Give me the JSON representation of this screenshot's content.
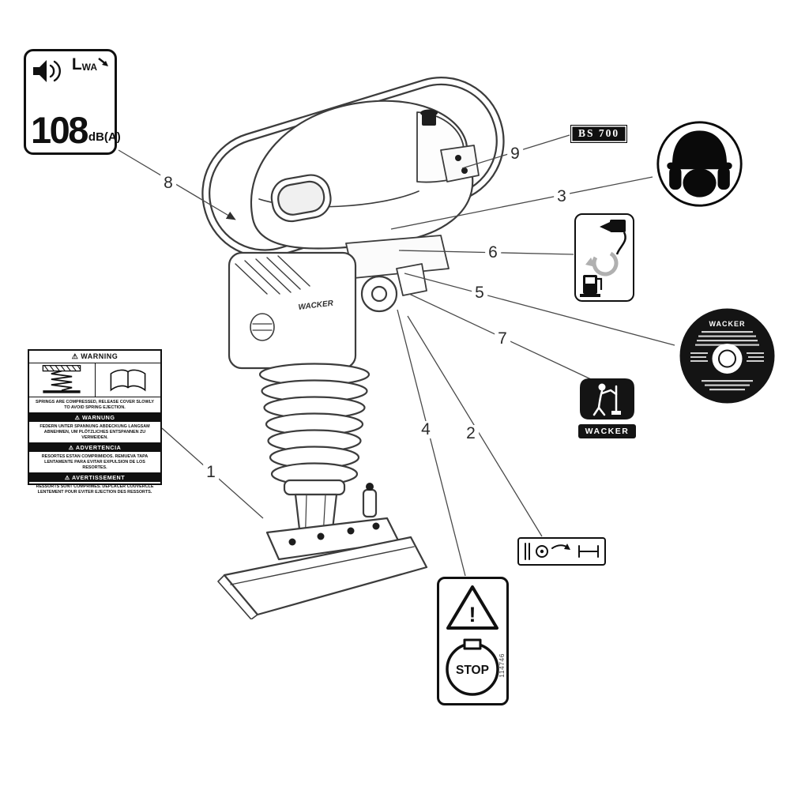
{
  "callouts": {
    "n1": "1",
    "n2": "2",
    "n3": "3",
    "n4": "4",
    "n5": "5",
    "n6": "6",
    "n7": "7",
    "n8": "8",
    "n9": "9"
  },
  "machine": {
    "brand": "WACKER"
  },
  "noise_label": {
    "lwa_main": "L",
    "lwa_sub": "WA",
    "value": "108",
    "unit": "dB(A)"
  },
  "model_plate": {
    "text": "BS 700"
  },
  "nameplate": {
    "brand": "WACKER"
  },
  "brand_label": {
    "brand": "WACKER"
  },
  "stop_label": {
    "stop": "STOP",
    "exclamation": "!",
    "part_number": "114746"
  },
  "warning_label": {
    "sections": [
      {
        "title": "⚠ WARNING",
        "text": "SPRINGS ARE COMPRESSED, RELEASE COVER SLOWLY TO AVOID SPRING EJECTION."
      },
      {
        "title": "⚠ WARNUNG",
        "text": "FEDERN UNTER SPANNUNG ABDECKUNG LANGSAM ABNEHMEN, UM PLÖTZLICHES ENTSPANNEN ZU VERMEIDEN."
      },
      {
        "title": "⚠ ADVERTENCIA",
        "text": "RESORTES ESTAN COMPRIMIDOS. REMUEVA TAPA LENTAMENTE PARA EVITAR EXPULSION DE LOS RESORTES."
      },
      {
        "title": "⚠ AVERTISSEMENT",
        "text": "RESSORTS SONT COMPRIMES. DEPLACER COUVERCLE LENTEMENT POUR EVITER EJECTION DES RESSORTS."
      }
    ]
  },
  "colors": {
    "ink": "#101010",
    "line": "#4a4a4a"
  }
}
